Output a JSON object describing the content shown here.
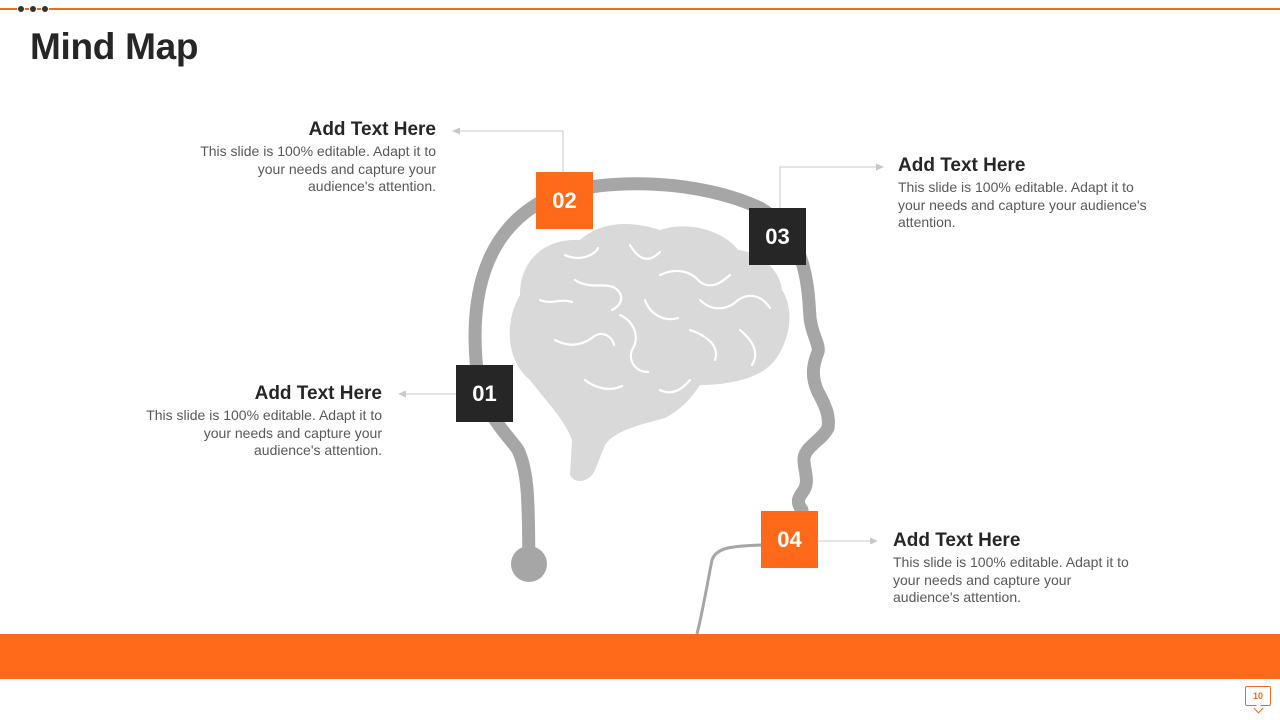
{
  "slide": {
    "title": "Mind Map",
    "page_number": "10",
    "colors": {
      "accent": "#ff6a1a",
      "dark": "#262626",
      "head_outline": "#a6a6a6",
      "brain": "#d9d9d9"
    }
  },
  "items": [
    {
      "number": "01",
      "heading": "Add Text Here",
      "body": "This slide is 100% editable. Adapt it to your needs and capture your audience's attention."
    },
    {
      "number": "02",
      "heading": "Add Text Here",
      "body": "This slide is 100% editable. Adapt it to your needs and capture your audience's attention."
    },
    {
      "number": "03",
      "heading": "Add Text Here",
      "body": "This slide is 100% editable. Adapt it to your needs and capture your audience's attention."
    },
    {
      "number": "04",
      "heading": "Add Text Here",
      "body": "This slide is 100% editable. Adapt it to your needs and capture your audience's attention."
    }
  ],
  "icons": [
    "three-dots-icon",
    "head-outline-icon",
    "brain-icon",
    "presentation-icon"
  ]
}
